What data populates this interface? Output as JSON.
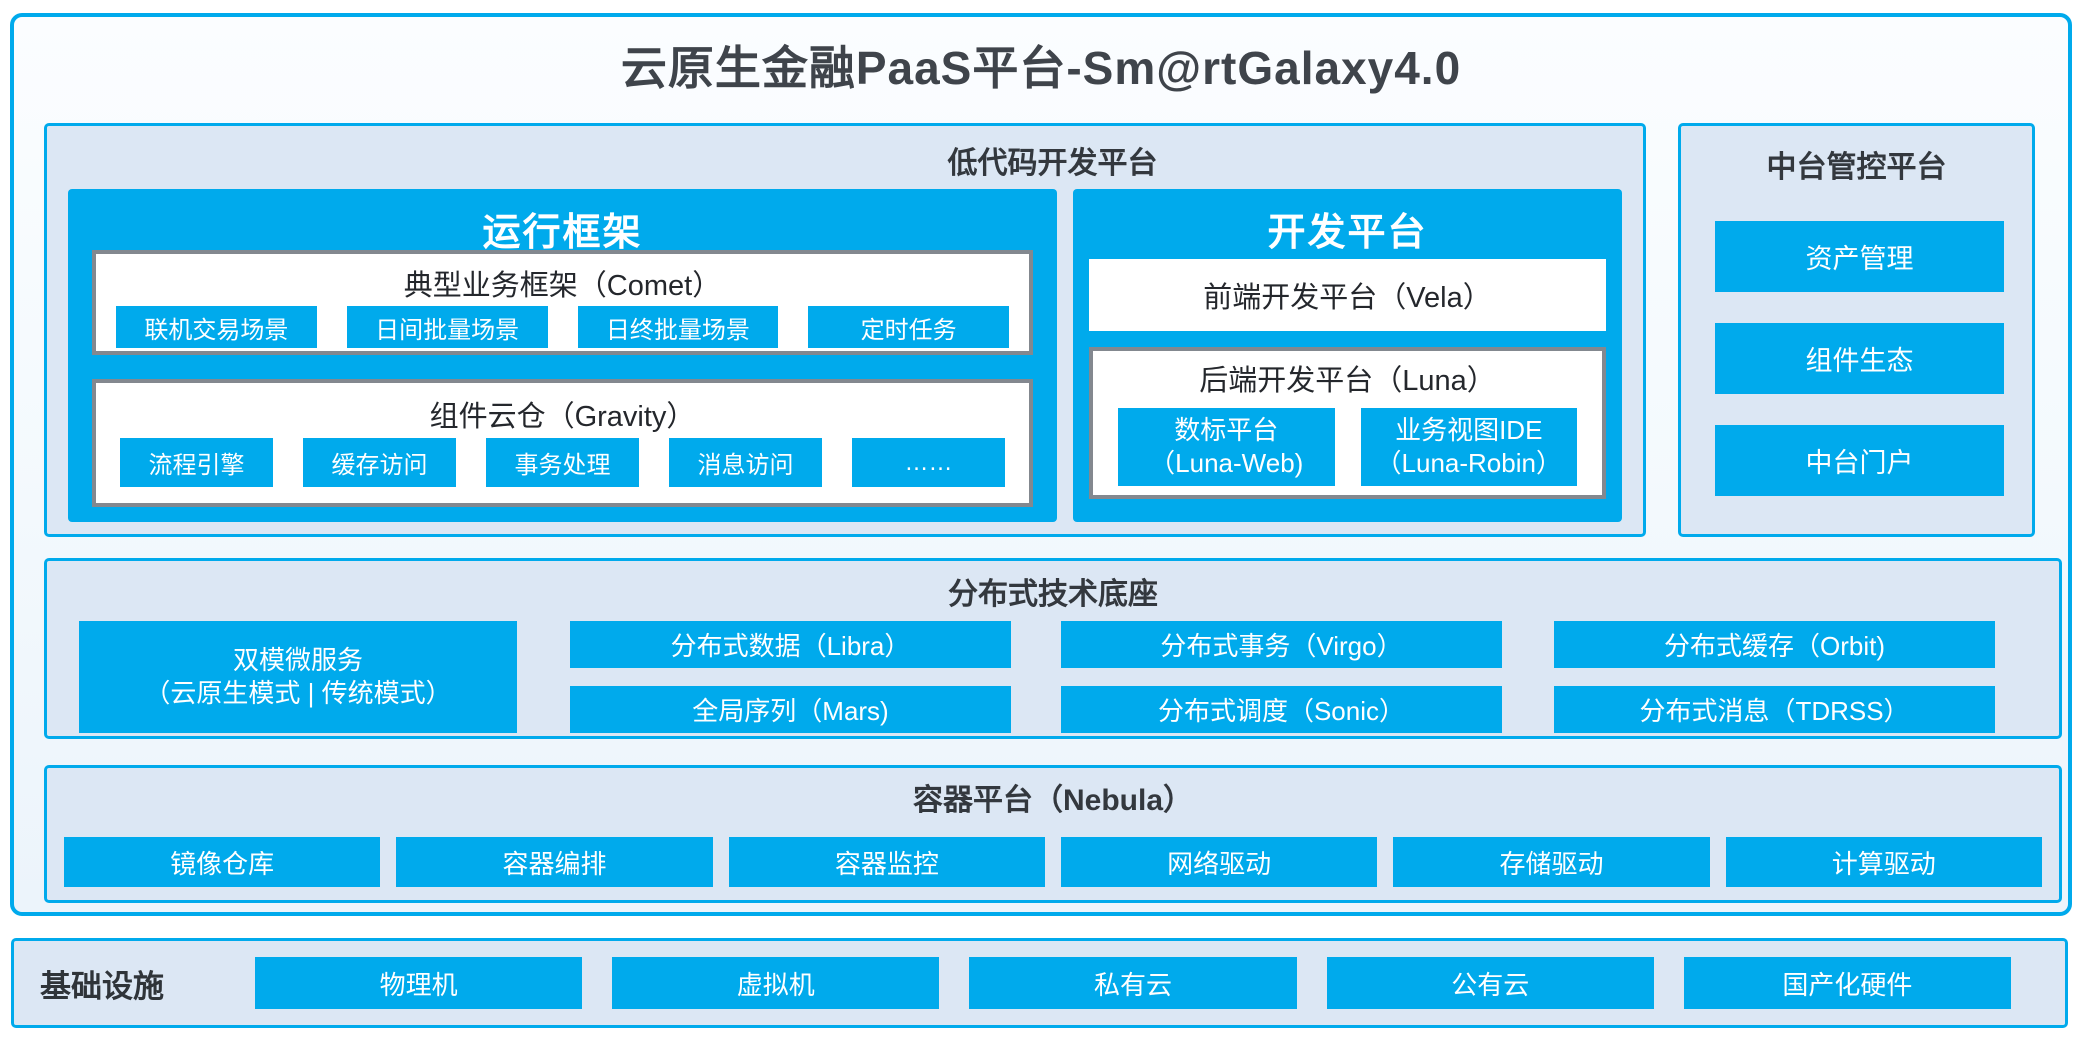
{
  "page": {
    "title": "云原生金融PaaS平台-Sm@rtGalaxy4.0"
  },
  "colors": {
    "accent_cyan": "#00aaec",
    "section_background": "#dce7f4",
    "white_box_border": "#83888f",
    "dark_title_text": "#3f444b",
    "frame_background": "#f3f9fd"
  },
  "lowcode": {
    "title": "低代码开发平台",
    "runtime": {
      "title": "运行框架",
      "comet": {
        "title": "典型业务框架（Comet）",
        "chips": [
          "联机交易场景",
          "日间批量场景",
          "日终批量场景",
          "定时任务"
        ]
      },
      "gravity": {
        "title": "组件云仓（Gravity）",
        "chips": [
          "流程引擎",
          "缓存访问",
          "事务处理",
          "消息访问",
          "……"
        ]
      }
    },
    "devplatform": {
      "title": "开发平台",
      "vela": {
        "title": "前端开发平台（Vela）"
      },
      "luna": {
        "title": "后端开发平台（Luna）",
        "chips": [
          {
            "line1": "数标平台",
            "line2": "（Luna-Web)"
          },
          {
            "line1": "业务视图IDE",
            "line2": "（Luna-Robin）"
          }
        ]
      }
    }
  },
  "midplatform": {
    "title": "中台管控平台",
    "chips": [
      "资产管理",
      "组件生态",
      "中台门户"
    ]
  },
  "distributed": {
    "title": "分布式技术底座",
    "dual_mode_service": {
      "line1": "双模微服务",
      "line2": "（云原生模式 | 传统模式）"
    },
    "columns": [
      [
        "分布式数据（Libra）",
        "全局序列（Mars)"
      ],
      [
        "分布式事务（Virgo）",
        "分布式调度（Sonic）"
      ],
      [
        "分布式缓存（Orbit)",
        "分布式消息（TDRSS）"
      ]
    ]
  },
  "container_platform": {
    "title": "容器平台（Nebula）",
    "chips": [
      "镜像仓库",
      "容器编排",
      "容器监控",
      "网络驱动",
      "存储驱动",
      "计算驱动"
    ]
  },
  "infrastructure": {
    "label": "基础设施",
    "chips": [
      "物理机",
      "虚拟机",
      "私有云",
      "公有云",
      "国产化硬件"
    ]
  }
}
